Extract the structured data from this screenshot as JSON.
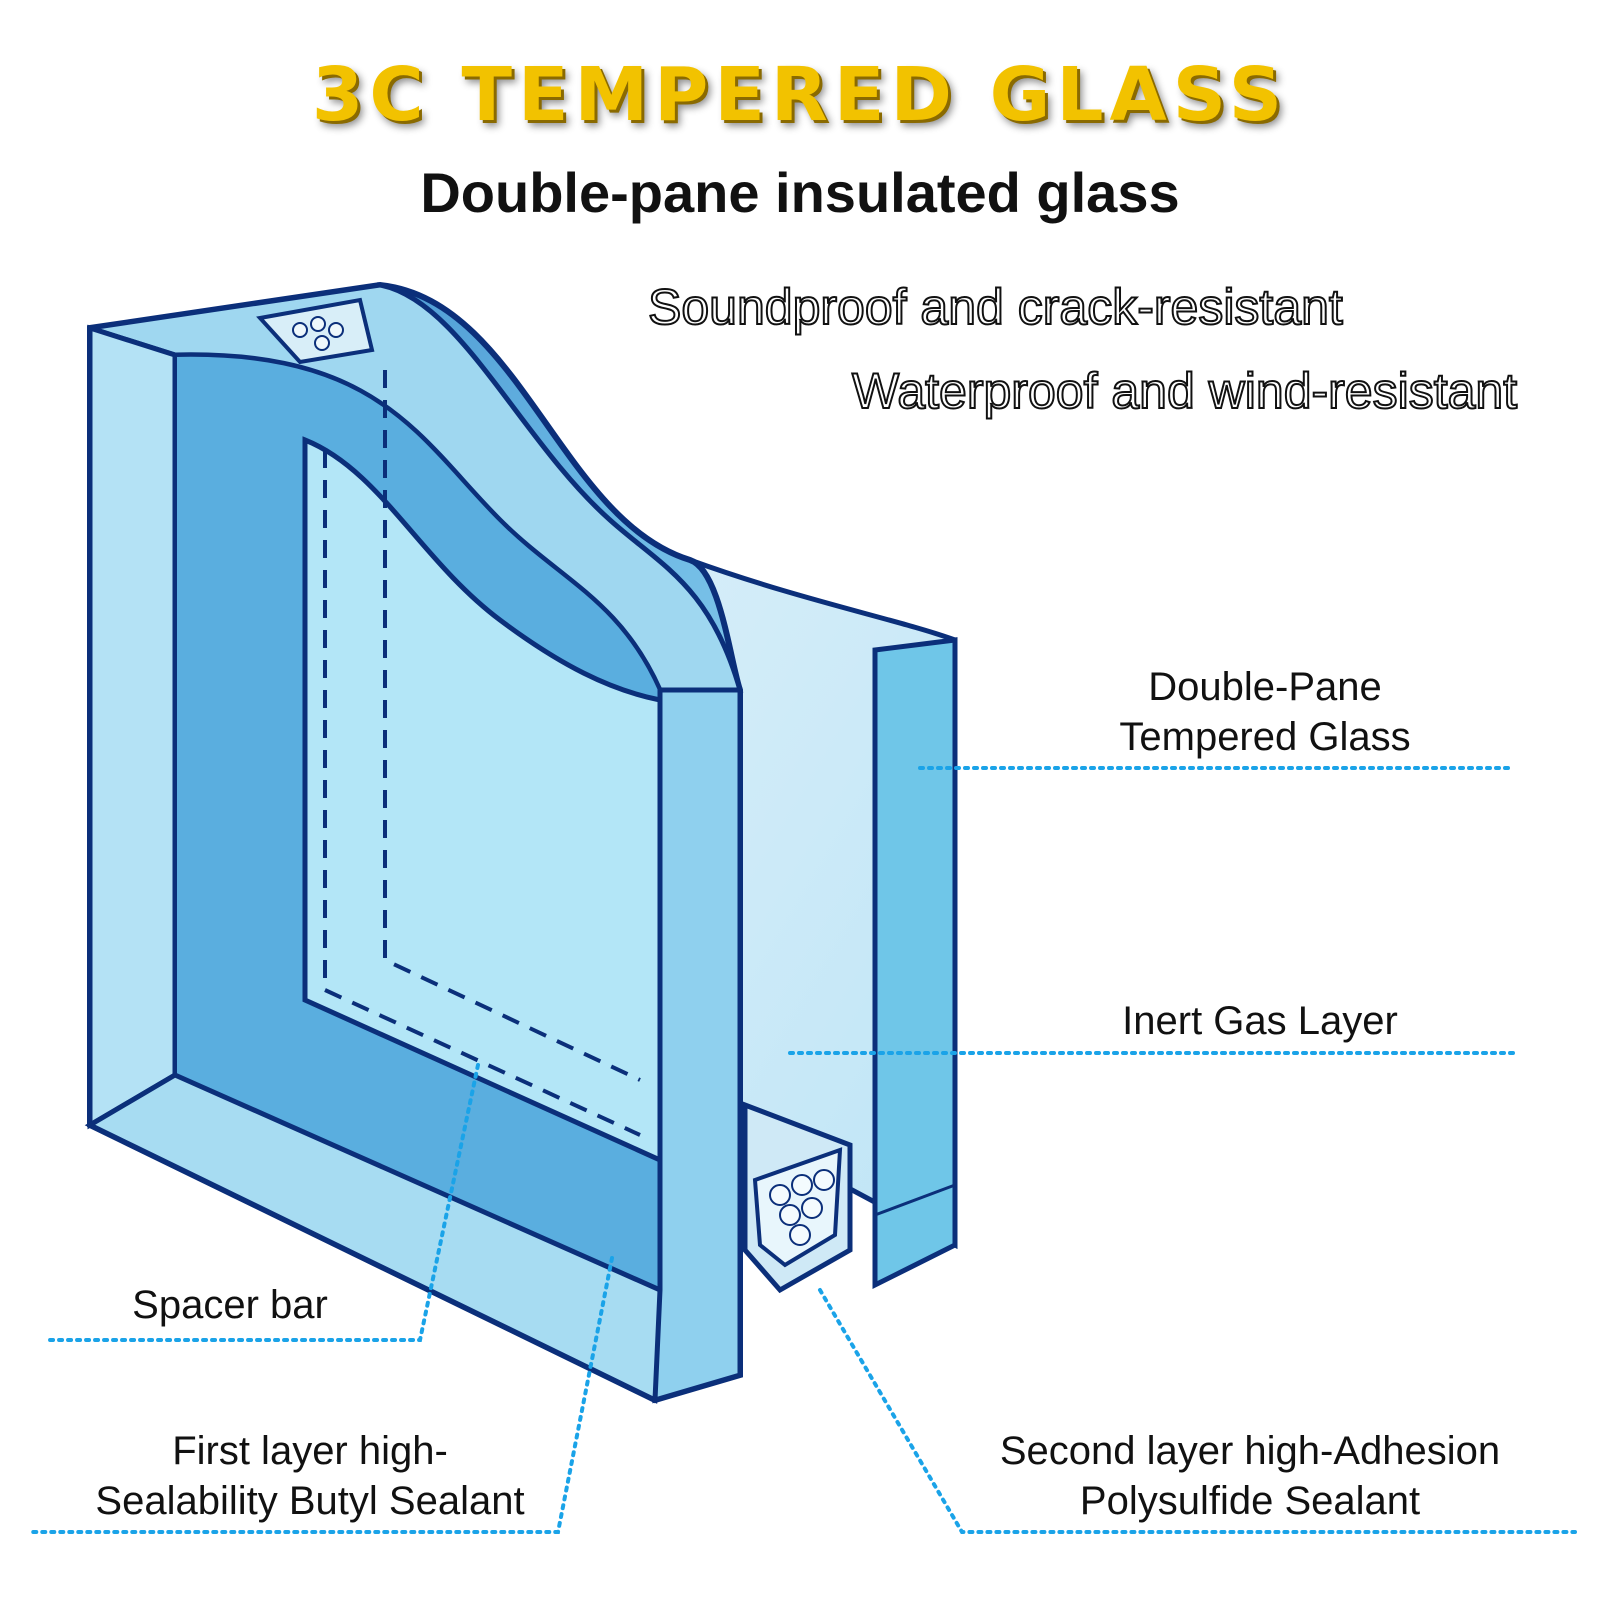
{
  "title": "3C TEMPERED GLASS",
  "subtitle": "Double-pane insulated glass",
  "features": [
    "Soundproof and crack-resistant",
    "Waterproof and wind-resistant"
  ],
  "labels": {
    "double_pane_line1": "Double-Pane",
    "double_pane_line2": "Tempered Glass",
    "inert_gas": "Inert Gas Layer",
    "spacer_bar": "Spacer bar",
    "first_layer_line1": "First layer high-",
    "first_layer_line2": "Sealability Butyl Sealant",
    "second_layer_line1": "Second layer high-Adhesion",
    "second_layer_line2": "Polysulfide Sealant"
  },
  "colors": {
    "title": "#f2c200",
    "glass_light": "#a9dcf2",
    "glass_mid": "#6cc0e6",
    "glass_dark": "#3f8fcf",
    "outline": "#0b2f7a",
    "leader": "#1aa3e8"
  }
}
